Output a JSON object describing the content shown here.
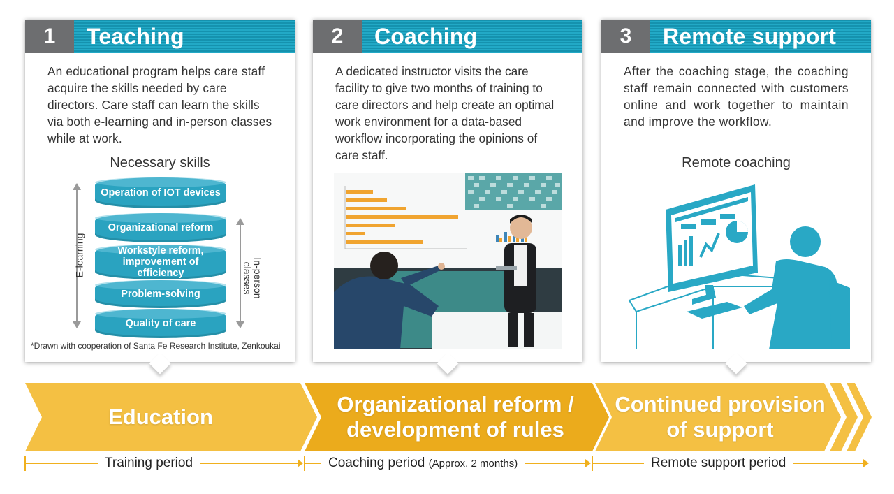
{
  "cards": [
    {
      "number": "1",
      "title": "Teaching",
      "text": "An educational program helps care staff acquire the skills needed by care directors. Care staff can learn the skills via both e-learning and in-person classes while at work.",
      "subtitle": "Necessary skills",
      "skills": [
        "Operation of IOT devices",
        "Organizational reform",
        "Workstyle reform, improvement of efficiency",
        "Problem-solving",
        "Quality of care"
      ],
      "left_label": "E-learning",
      "right_label": "In-person classes",
      "footnote": "*Drawn with cooperation of Santa Fe Research Institute, Zenkoukai"
    },
    {
      "number": "2",
      "title": "Coaching",
      "text": "A dedicated instructor visits the care facility to give two months of training to care directors and help create an optimal work environment for a data-based workflow incorporating the opinions of care staff."
    },
    {
      "number": "3",
      "title": "Remote support",
      "text": "After the coaching stage, the coaching staff remain connected with customers online and work together to maintain and improve the workflow.",
      "subtitle": "Remote coaching"
    }
  ],
  "stages": [
    {
      "label": "Education"
    },
    {
      "label_line1": "Organizational reform /",
      "label_line2": "development of rules"
    },
    {
      "label_line1": "Continued provision",
      "label_line2": "of support"
    }
  ],
  "periods": [
    {
      "label": "Training period"
    },
    {
      "label": "Coaching period",
      "note": "(Approx. 2 months)"
    },
    {
      "label": "Remote support period"
    }
  ],
  "colors": {
    "header_gray": "#6d6e70",
    "header_teal": "#1b9fbc",
    "stage_light": "#f4c043",
    "stage_dark": "#ebab1c",
    "timeline": "#f0b01e",
    "skill_blue": "#2aa3c0"
  }
}
